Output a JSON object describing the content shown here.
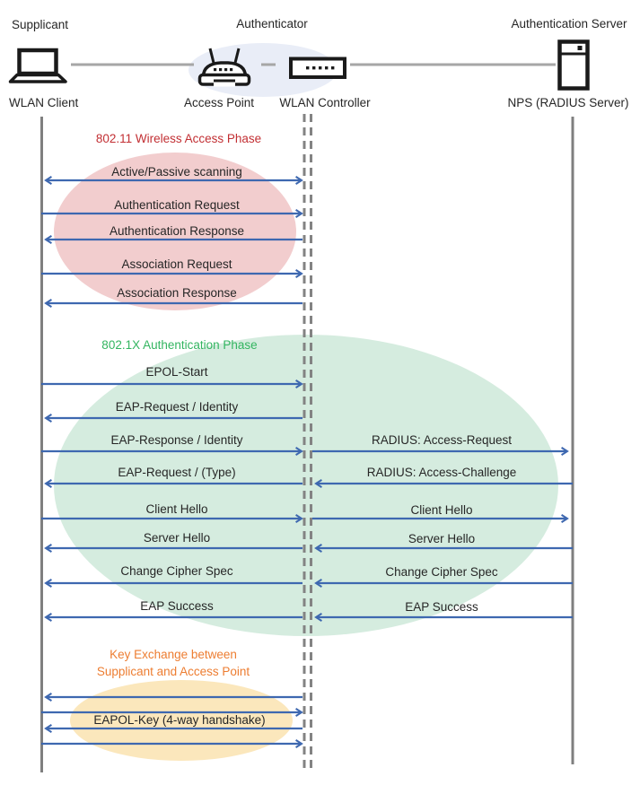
{
  "actors": {
    "supplicant": {
      "role": "Supplicant",
      "device": "WLAN Client"
    },
    "authenticator": {
      "role": "Authenticator",
      "access_point": "Access Point",
      "controller": "WLAN Controller"
    },
    "auth_server": {
      "role": "Authentication Server",
      "device": "NPS (RADIUS Server)"
    }
  },
  "phases": {
    "wireless_access": {
      "title": "802.11 Wireless Access Phase",
      "title_color": "#C22F33",
      "fill": "#F2CDCE"
    },
    "authentication": {
      "title": "802.1X Authentication Phase",
      "title_color": "#33B560",
      "fill": "#D5ECDF"
    },
    "key_exchange": {
      "title_line1": "Key Exchange between",
      "title_line2": "Supplicant and Access Point",
      "title_color": "#ED7D31",
      "fill": "#FBE7BC"
    }
  },
  "messages": {
    "scanning": "Active/Passive scanning",
    "auth_request": "Authentication Request",
    "auth_response": "Authentication Response",
    "assoc_request": "Association Request",
    "assoc_response": "Association Response",
    "epol_start": "EPOL-Start",
    "eap_request_identity": "EAP-Request / Identity",
    "eap_response_identity": "EAP-Response / Identity",
    "radius_access_request": "RADIUS: Access-Request",
    "eap_request_type": "EAP-Request / (Type)",
    "radius_access_challenge": "RADIUS: Access-Challenge",
    "client_hello": "Client Hello",
    "server_hello": "Server Hello",
    "change_cipher_spec": "Change Cipher Spec",
    "eap_success": "EAP Success",
    "eapol_key": "EAPOL-Key (4-way handshake)"
  },
  "icons": {
    "supplicant": "laptop-icon",
    "access_point": "wireless-router-icon",
    "controller": "controller-box-icon",
    "server": "server-tower-icon"
  },
  "colors": {
    "arrow": "#3E68B0",
    "lifeline": "#7F7F7F",
    "connector": "#A6A6A6",
    "authenticator_fill": "#E9EDF7",
    "text": "#262626"
  }
}
